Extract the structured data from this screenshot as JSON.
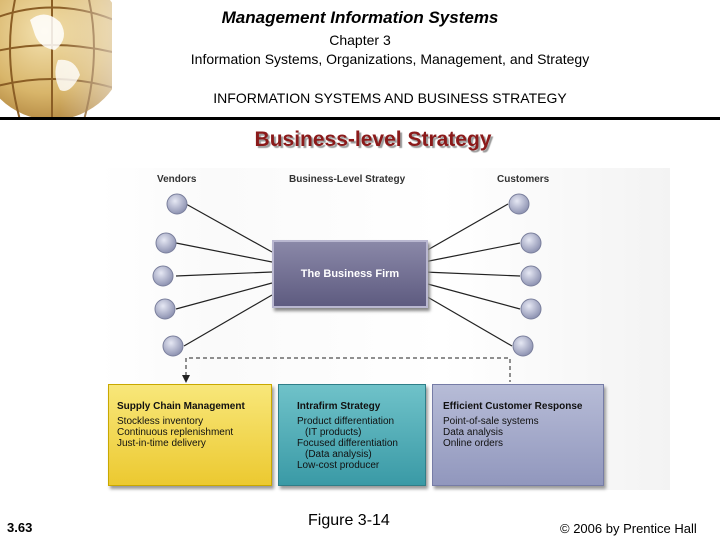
{
  "header": {
    "title": "Management Information Systems",
    "chapter": "Chapter 3",
    "subtitle": "Information Systems, Organizations, Management, and Strategy",
    "section": "INFORMATION SYSTEMS AND BUSINESS STRATEGY"
  },
  "slide_title": "Business-level Strategy",
  "diagram": {
    "vendors_label": "Vendors",
    "center_label": "Business-Level Strategy",
    "customers_label": "Customers",
    "firm_label": "The Business Firm",
    "boxes": [
      {
        "title": "Supply Chain Management",
        "items": [
          "Stockless inventory",
          "Continuous replenishment",
          "Just-in-time delivery"
        ]
      },
      {
        "title": "Intrafirm Strategy",
        "items": [
          "Product differentiation",
          "(IT products)",
          "Focused differentiation",
          "(Data analysis)",
          "Low-cost producer"
        ]
      },
      {
        "title": "Efficient Customer Response",
        "items": [
          "Point-of-sale systems",
          "Data analysis",
          "Online orders"
        ]
      }
    ]
  },
  "footer": {
    "slide_number": "3.63",
    "figure": "Figure 3-14",
    "copyright": "© 2006 by Prentice Hall"
  }
}
